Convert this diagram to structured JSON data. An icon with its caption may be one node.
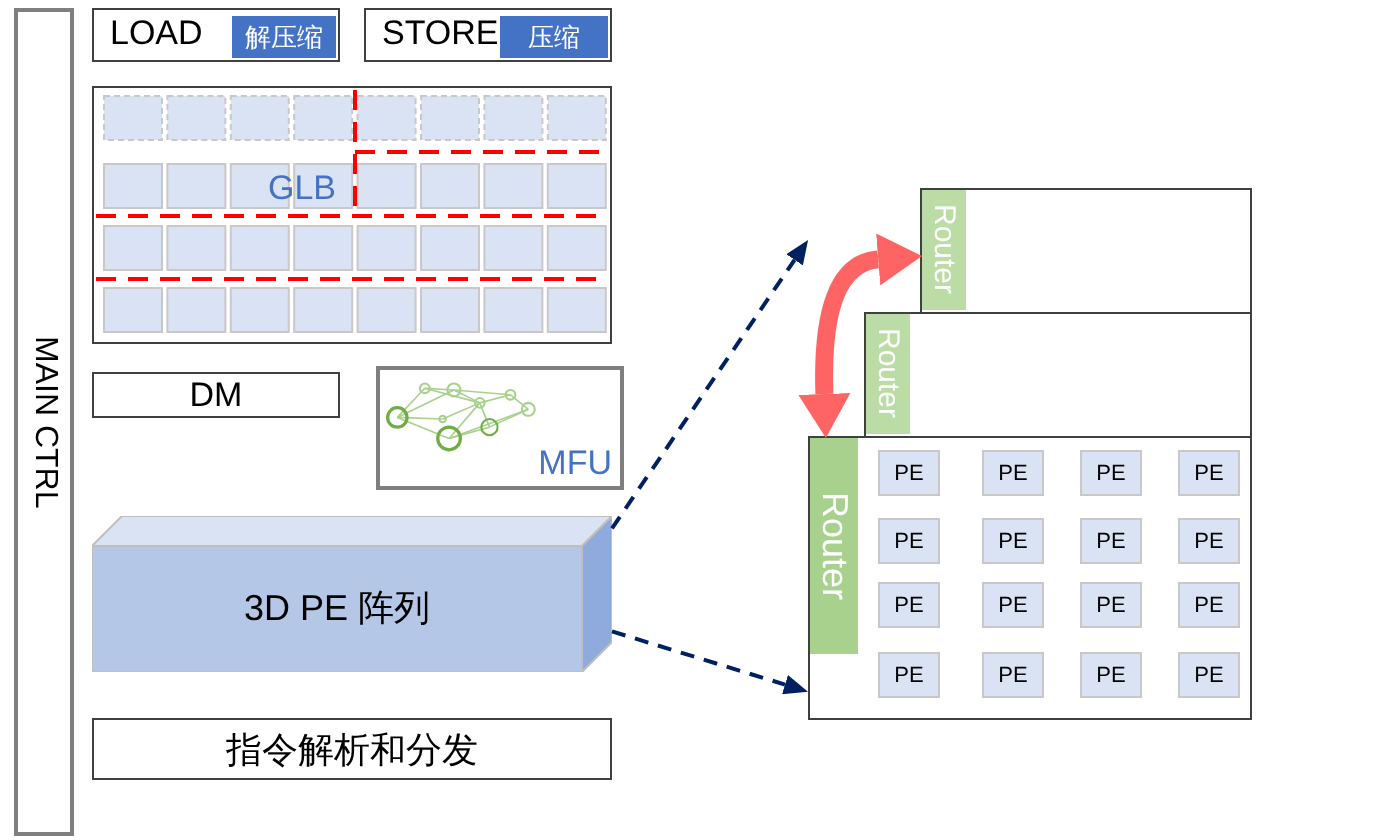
{
  "diagram": {
    "nodes": [
      {
        "text": [
          "MAIN CTRL"
        ]
      },
      {
        "text": [
          "LOAD"
        ]
      },
      {
        "text": [
          "解压缩"
        ],
        "in": 1
      },
      {
        "text": [
          "STORE"
        ]
      },
      {
        "text": [
          "压缩"
        ],
        "in": 3
      },
      {
        "text": [
          "GLB"
        ]
      },
      {
        "text": [
          "DM"
        ]
      },
      {
        "text": [
          "MFU"
        ]
      },
      {
        "text": [
          "3D PE 阵列"
        ]
      },
      {
        "text": [
          "指令解析和分发"
        ]
      },
      {
        "text": [],
        "shape": "box"
      },
      {
        "text": [
          "Router"
        ],
        "in": 10
      },
      {
        "text": [],
        "shape": "box"
      },
      {
        "text": [
          "Router"
        ],
        "in": 12
      },
      {
        "text": [],
        "shape": "box"
      },
      {
        "text": [
          "Router"
        ],
        "in": 14
      },
      {
        "text": [
          "PE"
        ],
        "in": 14
      },
      {
        "text": [
          "PE"
        ],
        "in": 14
      },
      {
        "text": [
          "PE"
        ],
        "in": 14
      },
      {
        "text": [
          "PE"
        ],
        "in": 14
      },
      {
        "text": [
          "PE"
        ],
        "in": 14
      },
      {
        "text": [
          "PE"
        ],
        "in": 14
      },
      {
        "text": [
          "PE"
        ],
        "in": 14
      },
      {
        "text": [
          "PE"
        ],
        "in": 14
      },
      {
        "text": [
          "PE"
        ],
        "in": 14
      },
      {
        "text": [
          "PE"
        ],
        "in": 14
      },
      {
        "text": [
          "PE"
        ],
        "in": 14
      },
      {
        "text": [
          "PE"
        ],
        "in": 14
      },
      {
        "text": [
          "PE"
        ],
        "in": 14
      },
      {
        "text": [
          "PE"
        ],
        "in": 14
      },
      {
        "text": [
          "PE"
        ],
        "in": 14
      },
      {
        "text": [
          "PE"
        ],
        "in": 14
      }
    ],
    "edges": [
      {
        "from": 8,
        "to": null,
        "arrow": "to",
        "style": "dashed"
      },
      {
        "from": 15,
        "to": 11,
        "arrow": "both",
        "style": "thick",
        "color": "#ff6464"
      },
      {
        "from": 8,
        "to": 14,
        "arrow": "to",
        "style": "dashed"
      }
    ]
  }
}
